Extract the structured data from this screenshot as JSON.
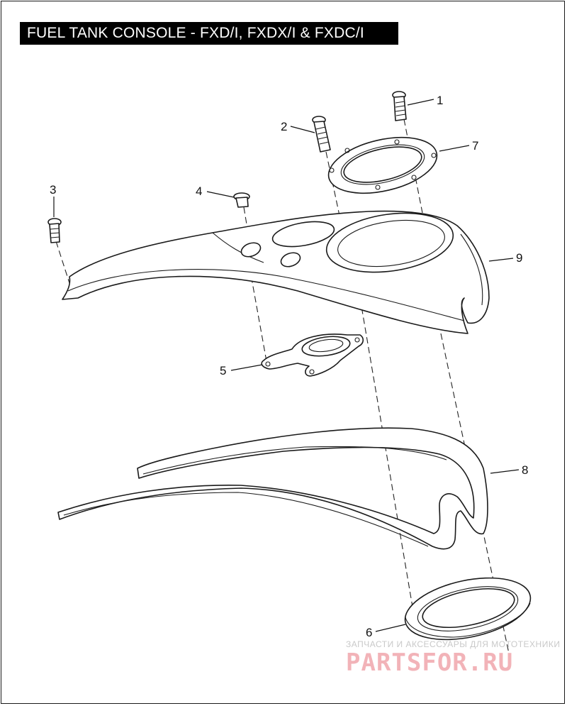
{
  "title": "FUEL TANK CONSOLE - FXD/I, FXDX/I & FXDC/I",
  "callouts": [
    "1",
    "2",
    "3",
    "4",
    "5",
    "6",
    "7",
    "8",
    "9"
  ],
  "watermark": {
    "tagline": "ЗАПЧАСТИ И АКСЕССУАРЫ ДЛЯ МОТОТЕХНИКИ",
    "logo": "PARTSFOR.RU",
    "color": "#f2b3b8"
  }
}
